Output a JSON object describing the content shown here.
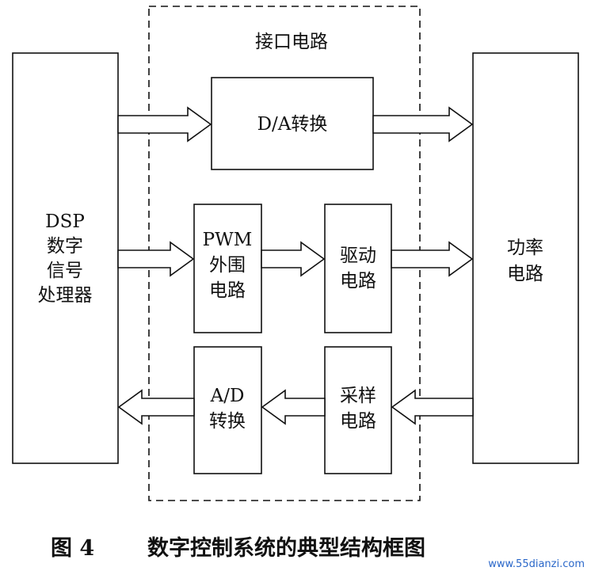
{
  "interface": {
    "label": "接口电路"
  },
  "blocks": {
    "dsp": [
      "DSP",
      "数字",
      "信号",
      "处理器"
    ],
    "power": [
      "功率",
      "电路"
    ],
    "da": "D/A转换",
    "pwm": [
      "PWM",
      "外围",
      "电路"
    ],
    "drive": [
      "驱动",
      "电路"
    ],
    "ad": [
      "A/D",
      "转换"
    ],
    "sample": [
      "采样",
      "电路"
    ]
  },
  "caption": {
    "figure": "图 4",
    "title": "数字控制系统的典型结构框图"
  },
  "watermark": {
    "text": "www.55dianzi.com"
  },
  "colors": {
    "line": "#111111",
    "background": "#ffffff",
    "watermark": "#2a67c9"
  }
}
